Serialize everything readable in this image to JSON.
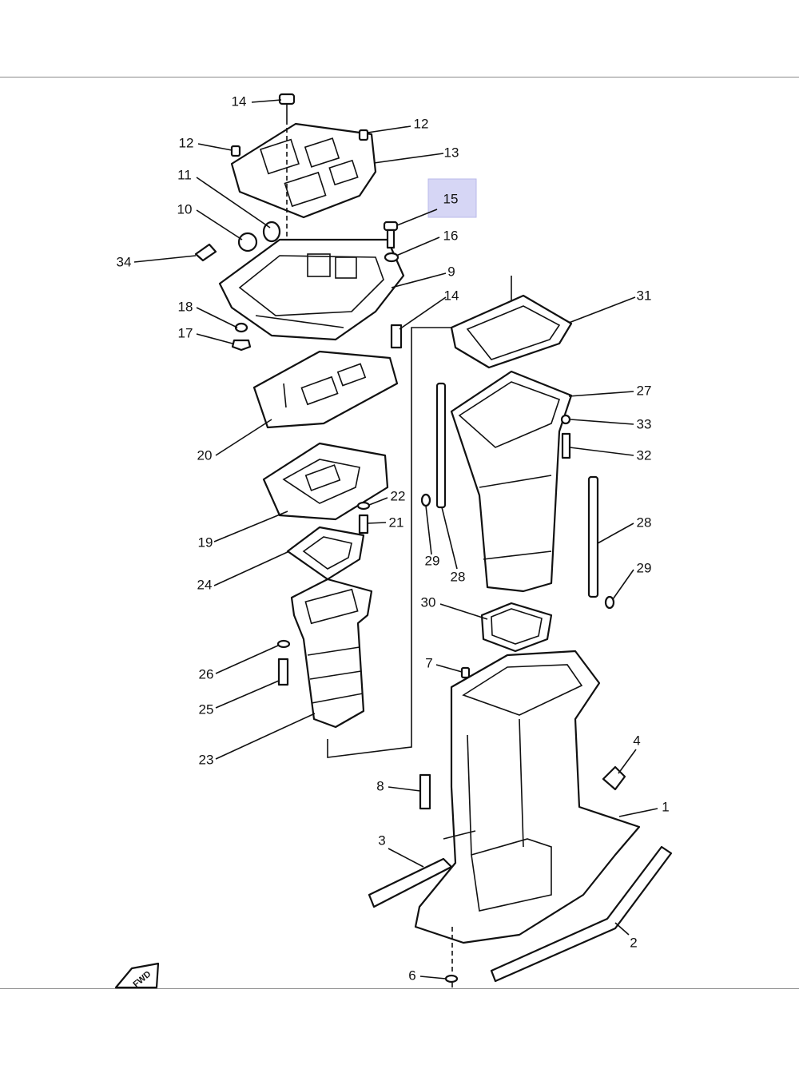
{
  "highlight_label": "15",
  "fwd_mark": "FWD",
  "labels": [
    {
      "id": "p14a",
      "text": "14"
    },
    {
      "id": "p12a",
      "text": "12"
    },
    {
      "id": "p12b",
      "text": "12"
    },
    {
      "id": "p13",
      "text": "13"
    },
    {
      "id": "p11",
      "text": "11"
    },
    {
      "id": "p15",
      "text": "15"
    },
    {
      "id": "p10",
      "text": "10"
    },
    {
      "id": "p16",
      "text": "16"
    },
    {
      "id": "p34",
      "text": "34"
    },
    {
      "id": "p9",
      "text": "9"
    },
    {
      "id": "p14b",
      "text": "14"
    },
    {
      "id": "p31",
      "text": "31"
    },
    {
      "id": "p18",
      "text": "18"
    },
    {
      "id": "p17",
      "text": "17"
    },
    {
      "id": "p27",
      "text": "27"
    },
    {
      "id": "p33",
      "text": "33"
    },
    {
      "id": "p20",
      "text": "20"
    },
    {
      "id": "p32",
      "text": "32"
    },
    {
      "id": "p22",
      "text": "22"
    },
    {
      "id": "p21",
      "text": "21"
    },
    {
      "id": "p28a",
      "text": "28"
    },
    {
      "id": "p19",
      "text": "19"
    },
    {
      "id": "p29a",
      "text": "29"
    },
    {
      "id": "p28b",
      "text": "28"
    },
    {
      "id": "p29b",
      "text": "29"
    },
    {
      "id": "p24",
      "text": "24"
    },
    {
      "id": "p30",
      "text": "30"
    },
    {
      "id": "p7",
      "text": "7"
    },
    {
      "id": "p26",
      "text": "26"
    },
    {
      "id": "p25",
      "text": "25"
    },
    {
      "id": "p23",
      "text": "23"
    },
    {
      "id": "p4",
      "text": "4"
    },
    {
      "id": "p8",
      "text": "8"
    },
    {
      "id": "p1",
      "text": "1"
    },
    {
      "id": "p3",
      "text": "3"
    },
    {
      "id": "p2",
      "text": "2"
    },
    {
      "id": "p6",
      "text": "6"
    }
  ]
}
